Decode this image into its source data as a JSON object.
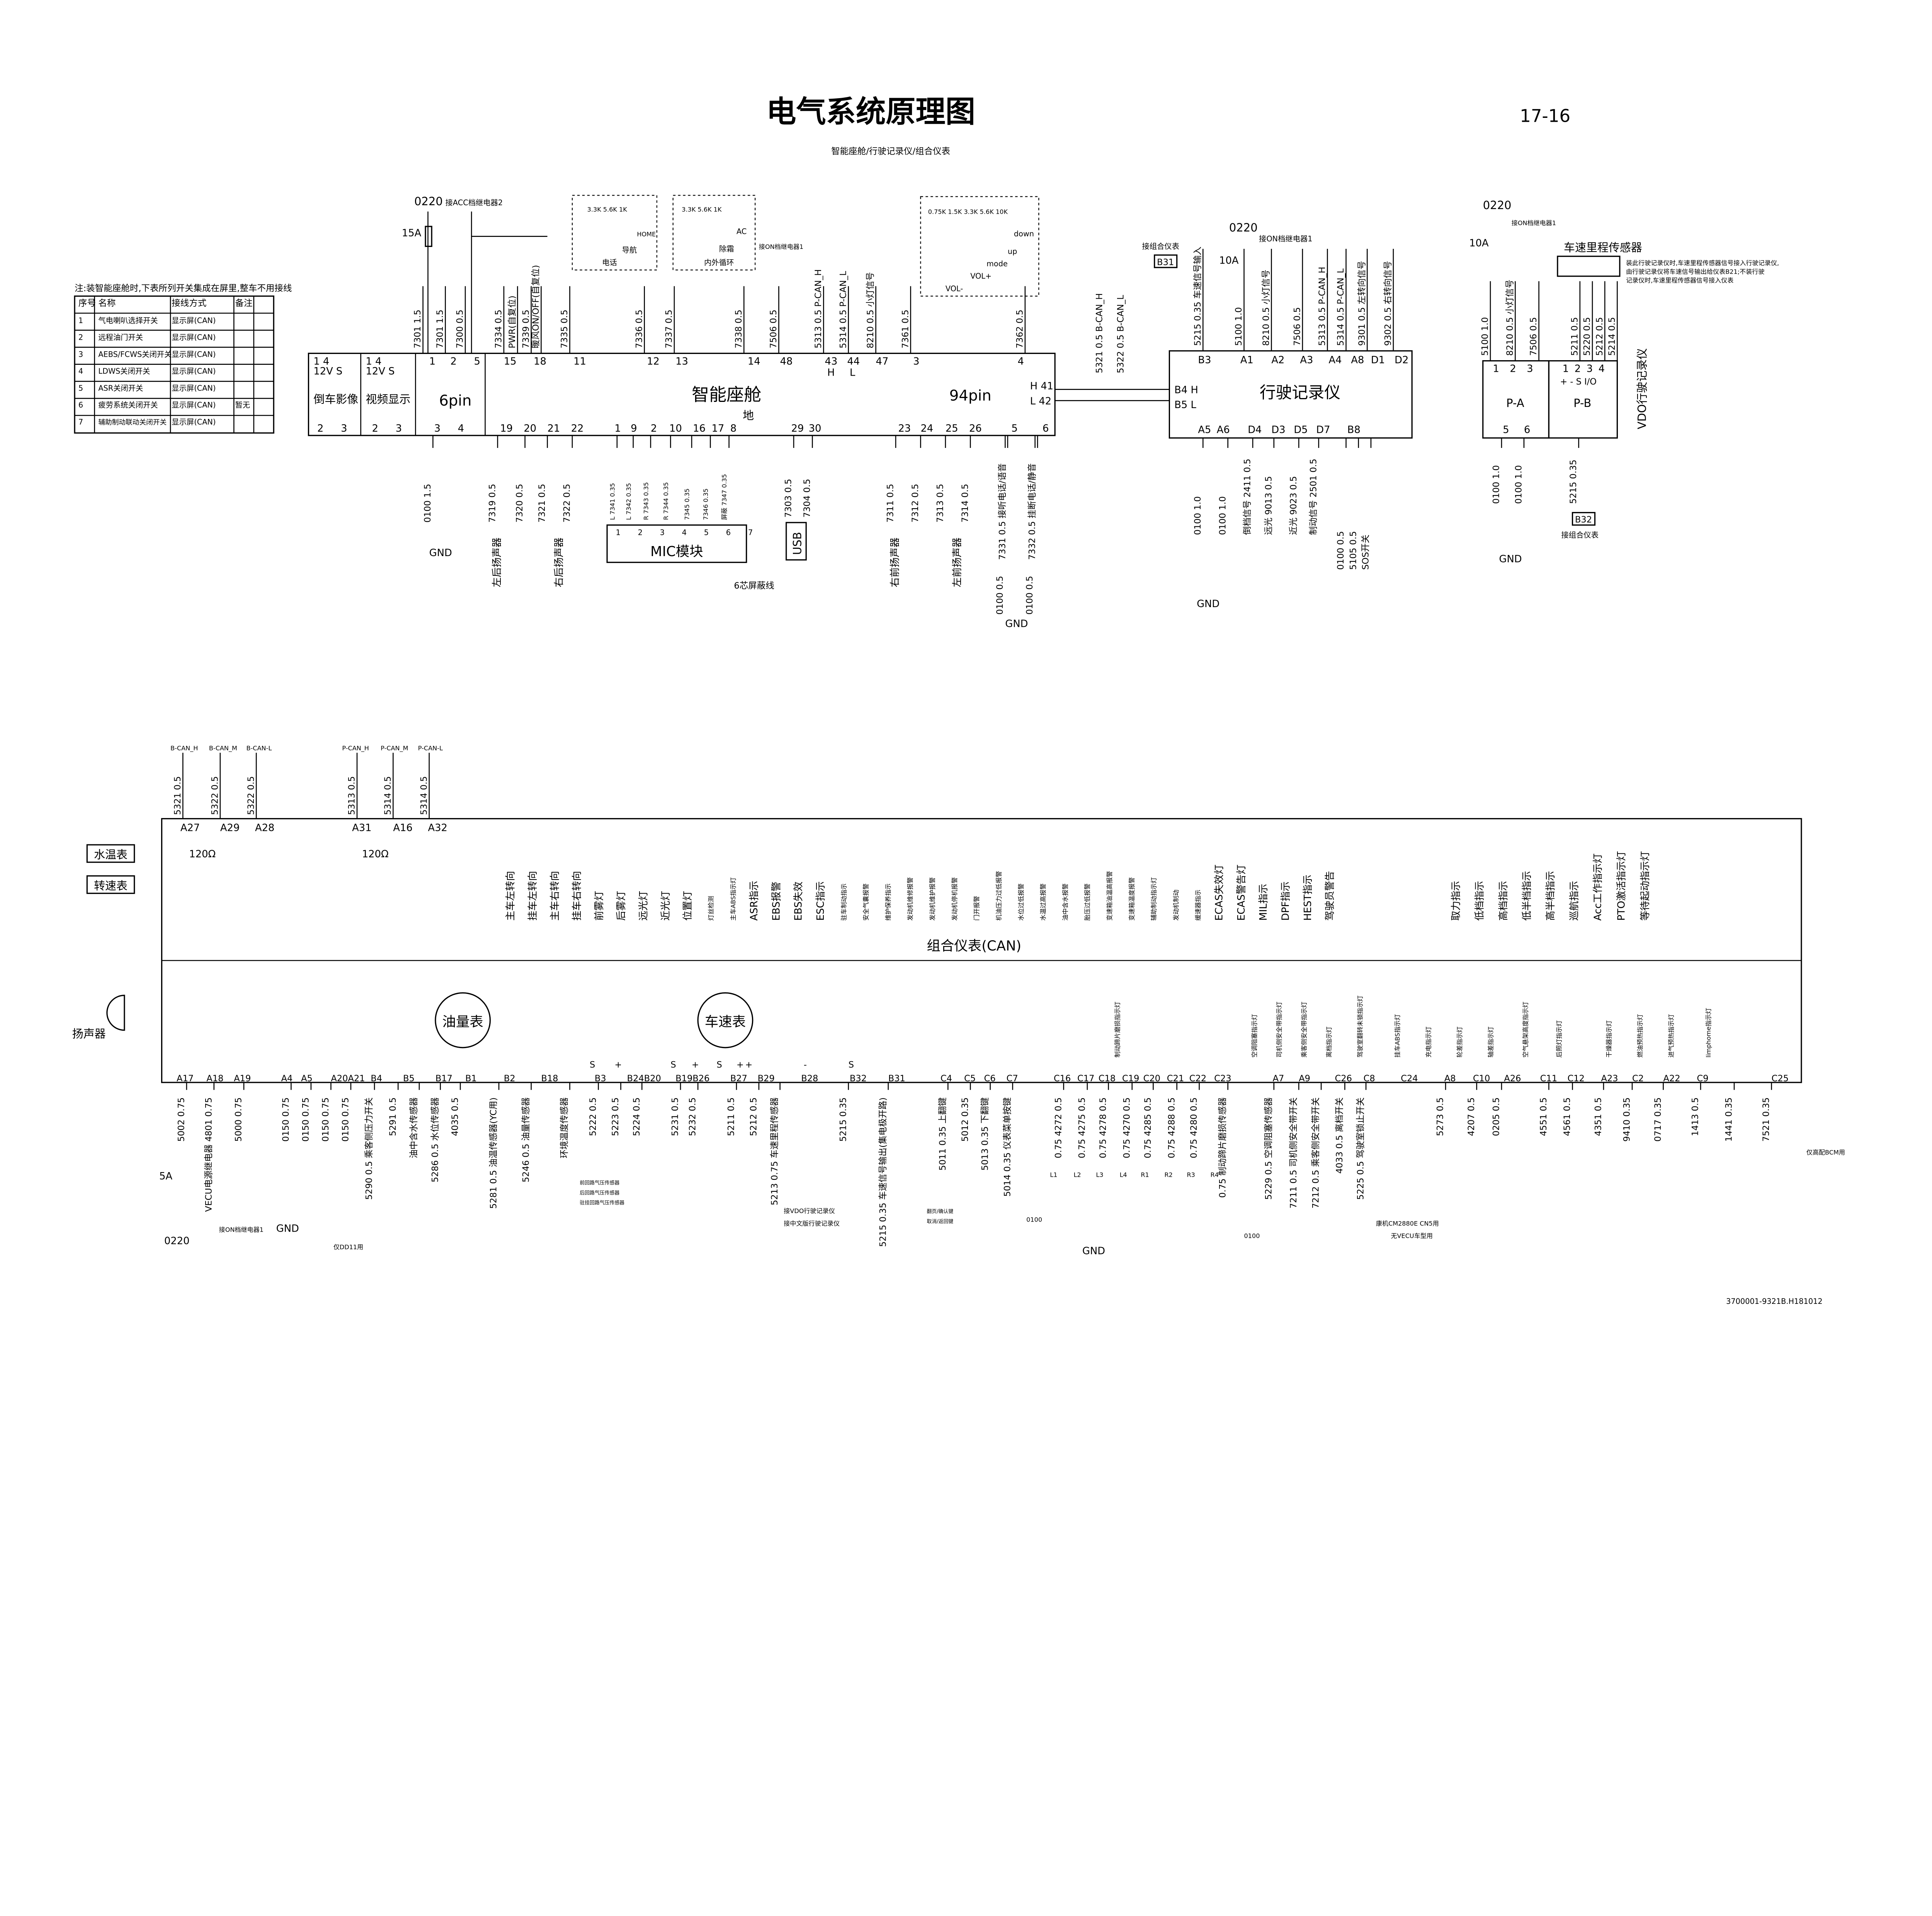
{
  "header": {
    "title": "电气系统原理图",
    "page": "17-16",
    "subtitle": "智能座舱/行驶记录仪/组合仪表"
  },
  "note_table": {
    "note": "注:装智能座舱时,下表所列开关集成在屏里,整车不用接线",
    "headers": [
      "序号",
      "名称",
      "接线方式",
      "备注"
    ],
    "rows": [
      [
        "1",
        "气电喇叭选择开关",
        "显示屏(CAN)",
        ""
      ],
      [
        "2",
        "远程油门开关",
        "显示屏(CAN)",
        ""
      ],
      [
        "3",
        "AEBS/FCWS关闭开关",
        "显示屏(CAN)",
        ""
      ],
      [
        "4",
        "LDWS关闭开关",
        "显示屏(CAN)",
        ""
      ],
      [
        "5",
        "ASR关闭开关",
        "显示屏(CAN)",
        ""
      ],
      [
        "6",
        "疲劳系统关闭开关",
        "显示屏(CAN)",
        "暂无"
      ],
      [
        "7",
        "辅助制动联动关闭开关",
        "显示屏(CAN)",
        ""
      ]
    ]
  },
  "cockpit": {
    "name": "智能座舱",
    "pin6": "6pin",
    "pin94": "94pin",
    "reverse_cam": "倒车影像",
    "video": "视频显示",
    "ground": "地",
    "power": "0220",
    "power_note": "接ACC档继电器2",
    "fuse": "15A",
    "on_note": "接ON档继电器1",
    "keypad1": {
      "res": "3.3K 5.6K 1K",
      "keys": [
        "HOME",
        "导航",
        "电话"
      ]
    },
    "keypad2": {
      "res": "3.3K 5.6K 1K",
      "keys": [
        "AC",
        "除霜",
        "内外循环"
      ]
    },
    "keypad3": {
      "res": "0.75K 1.5K 3.3K 5.6K 10K",
      "keys": [
        "down",
        "up",
        "mode",
        "VOL+",
        "VOL-"
      ]
    },
    "top_wires": [
      "7301 1.5",
      "7301 1.5",
      "7300 0.5",
      "7334 0.5",
      "PWR(自复位)",
      "7339 0.5",
      "暖风ON/OFF(自复位)",
      "7335 0.5",
      "7336 0.5",
      "7337 0.5",
      "7338 0.5",
      "7506 0.5",
      "5313 0.5 P-CAN_H",
      "5314 0.5 P-CAN_L",
      "8210 0.5 小灯信号",
      "7361 0.5",
      "7362 0.5"
    ],
    "top_pins": [
      "1 4",
      "12V S",
      "1 4",
      "12V S",
      "1",
      "2",
      "5",
      "15",
      "18",
      "11",
      "12",
      "13",
      "14",
      "48",
      "43",
      "44",
      "47",
      "3",
      "4",
      "H",
      "L",
      "H 41",
      "L 42"
    ],
    "bottom_pins": [
      "2",
      "3",
      "2",
      "3",
      "3",
      "4",
      "19",
      "20",
      "21",
      "22",
      "1",
      "9",
      "2",
      "10",
      "16",
      "17",
      "8",
      "29",
      "30",
      "23",
      "24",
      "25",
      "26",
      "5",
      "6"
    ],
    "bottom_wires": [
      "0100 1.5",
      "7319 0.5",
      "7320 0.5",
      "7321 0.5",
      "7322 0.5",
      "L 7341 0.35",
      "L 7342 0.35",
      "R 7343 0.35",
      "R 7344 0.35",
      "7345 0.35",
      "7346 0.35",
      "屏蔽 7347 0.35",
      "7303 0.5",
      "7304 0.5",
      "7311 0.5",
      "7312 0.5",
      "7313 0.5",
      "7314 0.5",
      "7331 0.5 接听电话/语音",
      "7332 0.5 挂断电话/静音",
      "0100 0.5",
      "0100 0.5"
    ],
    "mic": "MIC模块",
    "mic_pins": "1 2 3 4 5 6 7",
    "usb": "USB",
    "shield": "6芯屏蔽线",
    "speakers": [
      "左后扬声器",
      "右后扬声器",
      "右前扬声器",
      "左前扬声器"
    ],
    "gnd": "GND"
  },
  "recorder": {
    "name": "行驶记录仪",
    "power": "0220",
    "on_note": "接ON档继电器1",
    "fuse": "10A",
    "cluster_note": "接组合仪表",
    "b31": "B31",
    "can_wires": [
      "5321 0.5 B-CAN_H",
      "5322 0.5 B-CAN_L"
    ],
    "can_pins": [
      "B4 H",
      "B5 L"
    ],
    "top_wires": [
      "5215 0.35 车速信号输入",
      "5100 1.0",
      "8210 0.5 小灯信号",
      "7506 0.5",
      "5313 0.5 P-CAN_H",
      "5314 0.5 P-CAN_L",
      "9301 0.5 左转向信号",
      "9302 0.5 右转向信号"
    ],
    "top_pins": [
      "B3",
      "A1",
      "A2",
      "A3",
      "A4",
      "A8",
      "D1",
      "D2"
    ],
    "bottom_pins": [
      "A5",
      "A6",
      "D4",
      "D3",
      "D5",
      "D7",
      "B8"
    ],
    "bottom_wires": [
      "0100 1.0",
      "0100 1.0",
      "倒档信号 2411 0.5",
      "远光 9013 0.5",
      "近光 9023 0.5",
      "制动信号 2501 0.5",
      "0100 0.5",
      "5105 0.5",
      "SOS开关"
    ],
    "gnd": "GND"
  },
  "vdo": {
    "name": "VDO行驶记录仪",
    "power": "0220",
    "on_note": "接ON档继电器1",
    "fuse": "10A",
    "sensor": "车速里程传感器",
    "note": [
      "装此行驶记录仪时,车速里程传感器信号接入行驶记录仪,",
      "由行驶记录仪将车速信号输出给仪表B21;不装行驶",
      "记录仪时,车速里程传感器信号接入仪表"
    ],
    "top_wires": [
      "5100 1.0",
      "8210 0.5 小灯信号",
      "7506 0.5",
      "5211 0.5",
      "5220 0.5",
      "5212 0.5",
      "5214 0.5"
    ],
    "pa": "P-A",
    "pb": "P-B",
    "pa_pins": "1 2 3",
    "pb_pins": "1 2 3 4",
    "pb_sig": "+ - S I/O",
    "bottom_pins": [
      "5",
      "6"
    ],
    "bottom_wires": [
      "0100 1.0",
      "0100 1.0",
      "5215 0.35"
    ],
    "b32": "B32",
    "cluster_note": "接组合仪表",
    "gnd": "GND"
  },
  "cluster": {
    "name": "组合仪表(CAN)",
    "bcan_labels": [
      "B-CAN_H",
      "B-CAN_M",
      "B-CAN-L"
    ],
    "pcan_labels": [
      "P-CAN_H",
      "P-CAN_M",
      "P-CAN-L"
    ],
    "can_wires": [
      "5321 0.5",
      "5322 0.5",
      "5322 0.5",
      "5313 0.5",
      "5314 0.5",
      "5314 0.5"
    ],
    "can_pins": [
      "A27",
      "A29",
      "A28",
      "A31",
      "A16",
      "A32"
    ],
    "resistor": "120Ω",
    "gauges_left": [
      "水温表",
      "转速表"
    ],
    "fuel_gauge": "油量表",
    "speedo": "车速表",
    "speaker": "扬声器",
    "indicators_top": [
      "主车左转向",
      "挂车左转向",
      "主车右转向",
      "挂车右转向",
      "前雾灯",
      "后雾灯",
      "远光灯",
      "近光灯",
      "位置灯",
      "灯丝检测",
      "主车ABS指示灯",
      "ASR指示",
      "EBS报警",
      "EBS失效",
      "ESC指示",
      "驻车制动指示",
      "安全气囊报警",
      "维护保养指示",
      "发动机维修报警",
      "发动机维护报警",
      "发动机停机报警",
      "门开报警",
      "机油压力过低报警",
      "水位过低报警",
      "水温过高报警",
      "油中含水报警",
      "胎压过低报警",
      "变速箱油温高报警",
      "变速箱温度报警",
      "辅助制动指示灯",
      "发动机制动",
      "缓速器指示",
      "ECAS失效灯",
      "ECAS警告灯",
      "MIL指示",
      "DPF指示",
      "HEST指示",
      "驾驶员警告",
      "取力指示",
      "低档指示",
      "高档指示",
      "低半档指示",
      "高半档指示",
      "巡航指示",
      "Acc工作指示灯",
      "PTO激活指示灯",
      "等待起动指示灯"
    ],
    "indicators_bottom": [
      "制动蹄片磨损指示灯",
      "空调阻塞指示灯",
      "司机侧安全带指示灯",
      "乘客侧安全带指示灯",
      "离档指示灯",
      "驾驶室翻转未锁指示灯",
      "挂车ABS指示灯",
      "充电指示灯",
      "轮差指示灯",
      "轴差指示灯",
      "空气悬架高度指示灯",
      "后照灯指示灯",
      "干燥器指示灯",
      "燃油预热指示灯",
      "进气预热指示灯",
      "limphome指示灯"
    ],
    "bottom_pins": [
      "A17",
      "A18",
      "A19",
      "A4",
      "A5",
      "A20A21",
      "B4",
      "B5",
      "B17",
      "B1",
      "B2",
      "B18",
      "B3",
      "S",
      "+",
      "B24B20",
      "S",
      "+",
      "B19B26",
      "S",
      "+",
      "B27",
      "+",
      "B29",
      "B28",
      "-",
      "B32",
      "S",
      "B31",
      "C4",
      "C5",
      "C6",
      "C7",
      "C16",
      "C17",
      "C18",
      "C19",
      "C20",
      "C21",
      "C22",
      "C23",
      "A7",
      "A9",
      "C26",
      "C8",
      "C24",
      "A8",
      "C10",
      "A26",
      "C11",
      "C12",
      "A23",
      "C2",
      "A22",
      "C9",
      "C25"
    ],
    "bottom_wires": [
      "5002 0.75",
      "VECU电源继电器 4801 0.75",
      "5000 0.75",
      "0150 0.75",
      "0150 0.75",
      "0150 0.75",
      "0150 0.75",
      "5290 0.5 乘客侧压力开关",
      "5291 0.5",
      "油中含水传感器",
      "5286 0.5 水位传感器",
      "4035 0.5",
      "5281 0.5 油温传感器(YC用)",
      "5246 0.5 油量传感器",
      "环境温度传感器",
      "5222 0.5",
      "5223 0.5",
      "5224 0.5",
      "5231 0.5",
      "5232 0.5",
      "5211 0.5",
      "5212 0.5",
      "5213 0.75 车速里程传感器",
      "5215 0.35",
      "5215 0.35 车速信号输出(集电极开路)",
      "5011 0.35 上翻键",
      "5012 0.35",
      "5013 0.35 下翻键",
      "5014 0.35 仪表菜单按键",
      "0.75 4272 0.5",
      "0.75 4275 0.5",
      "0.75 4278 0.5",
      "0.75 4270 0.5",
      "0.75 4285 0.5",
      "0.75 4288 0.5",
      "0.75 4280 0.5",
      "0.75 制动蹄片磨损传感器",
      "5229 0.5 空调阻塞传感器",
      "7211 0.5 司机侧安全带开关",
      "7212 0.5 乘客侧安全带开关",
      "4033 0.5 离档开关",
      "5225 0.5 驾驶室锁止开关",
      "5273 0.5",
      "4207 0.5",
      "0205 0.5",
      "4551 0.5",
      "4561 0.5",
      "4351 0.5",
      "9410 0.35",
      "0717 0.35",
      "1413 0.5",
      "1441 0.35",
      "7521 0.35"
    ],
    "sensor_labels": [
      "前回路气压传感器",
      "后回路气压传感器",
      "驻挂回路气压传感器"
    ],
    "key_labels": [
      "翻页/确认键",
      "取消/返回键"
    ],
    "resistor_labels": [
      "L1",
      "L2",
      "L3",
      "L4",
      "R1",
      "R2",
      "R3",
      "R4"
    ],
    "notes": {
      "fuse": "5A",
      "power": "0220",
      "on_relay": "接ON档继电器1",
      "gnd": "GND",
      "dd11": "仅DD11用",
      "vdo": "接VDO行驶记录仪",
      "cn_recorder": "接中文版行驶记录仪",
      "cummins": "康机CM2880E CN5用",
      "no_vecu": "无VECU车型用",
      "bcm": "仅高配BCM用",
      "gnd2": "GND",
      "g0100a": "0100",
      "g0100b": "0100"
    }
  },
  "footer": {
    "doc_no": "3700001-9321B.H181012"
  }
}
